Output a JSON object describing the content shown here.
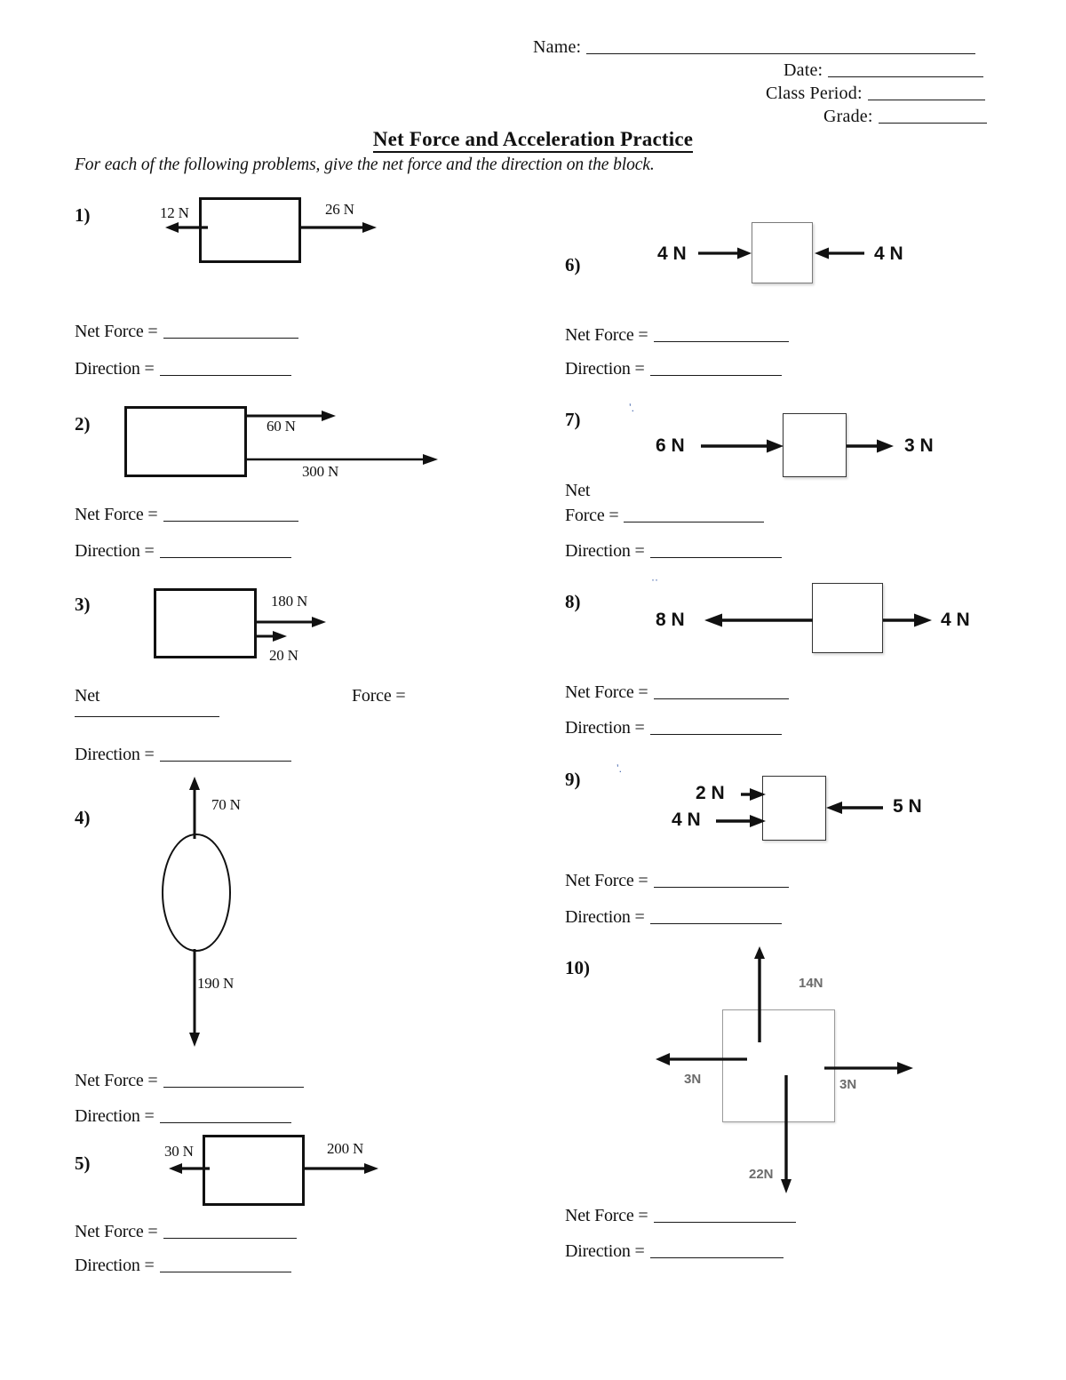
{
  "header": {
    "name_label": "Name:",
    "date_label": "Date:",
    "class_period_label": "Class Period:",
    "grade_label": "Grade:"
  },
  "title": "Net Force and Acceleration Practice",
  "instructions": "For each of the following problems, give the net force and the direction on the block.",
  "answer_labels": {
    "net_force": "Net Force =",
    "direction": "Direction =",
    "net": "Net",
    "force": "Force ="
  },
  "problems": [
    {
      "number": "1)",
      "shape": "rectangle",
      "forces": [
        {
          "label": "12 N",
          "direction": "left"
        },
        {
          "label": "26 N",
          "direction": "right"
        }
      ]
    },
    {
      "number": "2)",
      "shape": "rectangle",
      "forces": [
        {
          "label": "60 N",
          "direction": "right"
        },
        {
          "label": "300 N",
          "direction": "right"
        }
      ]
    },
    {
      "number": "3)",
      "shape": "rectangle",
      "forces": [
        {
          "label": "180 N",
          "direction": "right"
        },
        {
          "label": "20 N",
          "direction": "right"
        }
      ]
    },
    {
      "number": "4)",
      "shape": "ellipse",
      "forces": [
        {
          "label": "70 N",
          "direction": "up"
        },
        {
          "label": "190 N",
          "direction": "down"
        }
      ]
    },
    {
      "number": "5)",
      "shape": "rectangle",
      "forces": [
        {
          "label": "30 N",
          "direction": "left"
        },
        {
          "label": "200 N",
          "direction": "right"
        }
      ]
    },
    {
      "number": "6)",
      "shape": "square",
      "forces": [
        {
          "label": "4 N",
          "direction": "right"
        },
        {
          "label": "4 N",
          "direction": "left"
        }
      ]
    },
    {
      "number": "7)",
      "shape": "square",
      "forces": [
        {
          "label": "6 N",
          "direction": "right"
        },
        {
          "label": "3 N",
          "direction": "right"
        }
      ]
    },
    {
      "number": "8)",
      "shape": "square",
      "forces": [
        {
          "label": "8 N",
          "direction": "left"
        },
        {
          "label": "4 N",
          "direction": "right"
        }
      ]
    },
    {
      "number": "9)",
      "shape": "square",
      "forces": [
        {
          "label": "2 N",
          "direction": "right"
        },
        {
          "label": "4 N",
          "direction": "right"
        },
        {
          "label": "5 N",
          "direction": "left"
        }
      ]
    },
    {
      "number": "10)",
      "shape": "square",
      "forces": [
        {
          "label": "14N",
          "direction": "up"
        },
        {
          "label": "3N",
          "direction": "left"
        },
        {
          "label": "3N",
          "direction": "right"
        },
        {
          "label": "22N",
          "direction": "down"
        }
      ]
    }
  ]
}
